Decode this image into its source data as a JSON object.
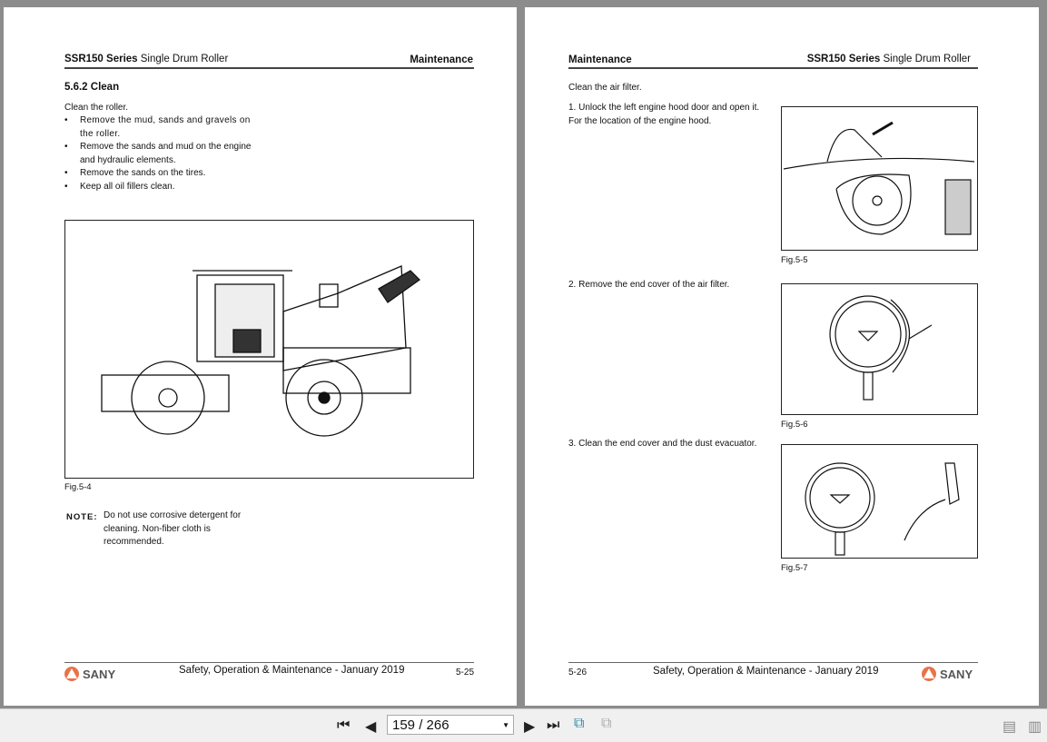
{
  "left_page": {
    "header_series": "SSR150 Series",
    "header_title": "Single Drum Roller",
    "header_section": "Maintenance",
    "heading": "5.6.2 Clean",
    "intro": "Clean the roller.",
    "bullets": [
      "Remove the mud, sands and gravels on the roller.",
      "Remove the sands and mud on the engine and hydraulic elements.",
      "Remove the sands on the tires.",
      "Keep all oil fillers clean."
    ],
    "figure_caption": "Fig.5-4",
    "note_label": "NOTE:",
    "note_text": "Do not use corrosive detergent for cleaning. Non-fiber cloth is recommended.",
    "footer_logo": "SANY",
    "footer_text": "Safety, Operation & Maintenance - January 2019",
    "page_number": "5-25"
  },
  "right_page": {
    "header_section": "Maintenance",
    "header_series": "SSR150 Series",
    "header_title": "Single Drum Roller",
    "intro": "Clean the air filter.",
    "steps": [
      {
        "text": "1. Unlock the left engine hood door and open it. For the location of the engine hood.",
        "caption": "Fig.5-5"
      },
      {
        "text": "2. Remove the end cover of the air filter.",
        "caption": "Fig.5-6"
      },
      {
        "text": "3. Clean the end cover and the dust evacuator.",
        "caption": "Fig.5-7"
      }
    ],
    "page_number": "5-26",
    "footer_text": "Safety, Operation & Maintenance - January 2019",
    "footer_logo": "SANY"
  },
  "toolbar": {
    "page_indicator": "159 / 266",
    "icons": [
      "first-page-icon",
      "prev-page-icon",
      "next-page-icon",
      "last-page-icon",
      "go-back-view-icon",
      "go-forward-view-icon",
      "single-page-view-icon",
      "continuous-view-icon"
    ]
  }
}
